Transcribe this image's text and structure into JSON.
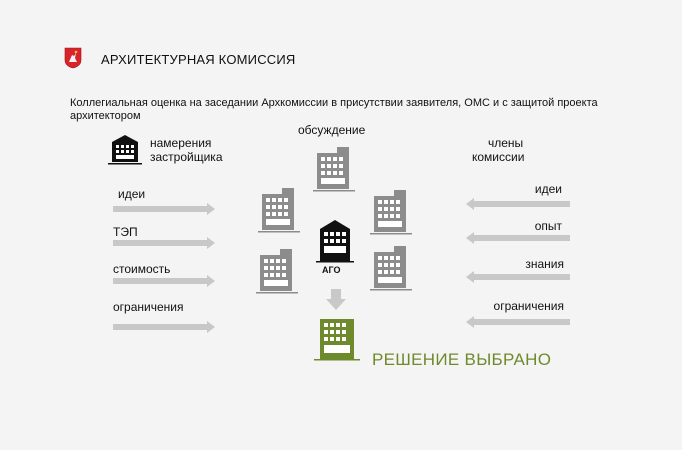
{
  "header": {
    "title": "АРХИТЕКТУРНАЯ КОМИССИЯ",
    "emblem_icon": "moscow-coat-of-arms-icon"
  },
  "subtitle": "Коллегиальная оценка на заседании Архкомиссии в присутствии заявителя, ОМС и  с защитой проекта архитектором",
  "left": {
    "heading_line1": "намерения",
    "heading_line2": "застройщика",
    "items": [
      "идеи",
      "ТЭП",
      "стоимость",
      "ограничения"
    ]
  },
  "center": {
    "heading": "обсуждение",
    "center_label": "АГО"
  },
  "right": {
    "heading_line1": "члены",
    "heading_line2": "комиссии",
    "items": [
      "идеи",
      "опыт",
      "знания",
      "ограничения"
    ]
  },
  "result": {
    "label": "РЕШЕНИЕ ВЫБРАНО",
    "color": "#6f8a2c"
  },
  "colors": {
    "building_gray": "#8c8c8c",
    "building_dark": "#111111",
    "arrow_gray": "#c8c8c8",
    "result_green": "#6f8a2c"
  }
}
